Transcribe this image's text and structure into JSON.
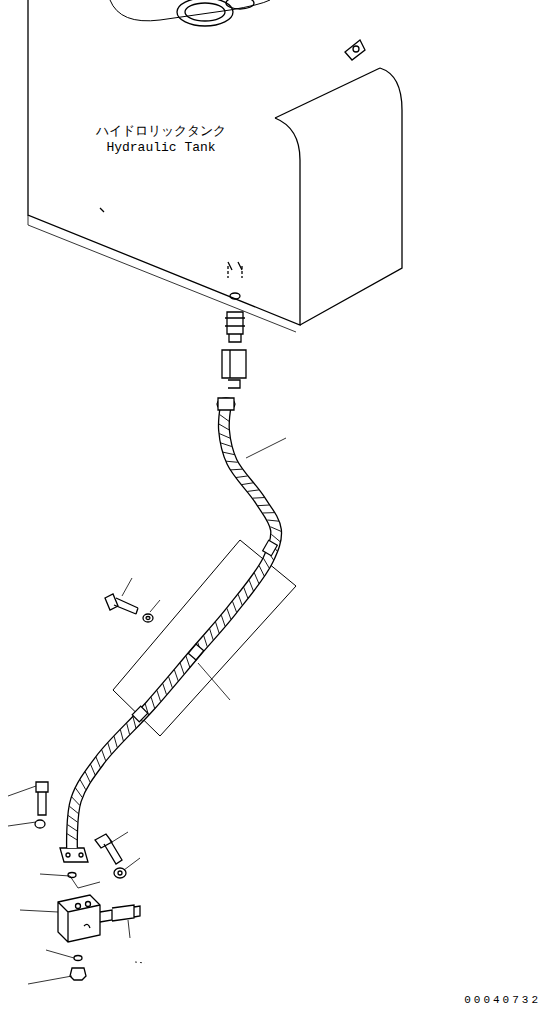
{
  "diagram": {
    "nodes": [
      {
        "text": [
          "ハイドロリックタンク",
          "Hydraulic Tank"
        ]
      }
    ],
    "labels": [
      "00040732"
    ]
  }
}
